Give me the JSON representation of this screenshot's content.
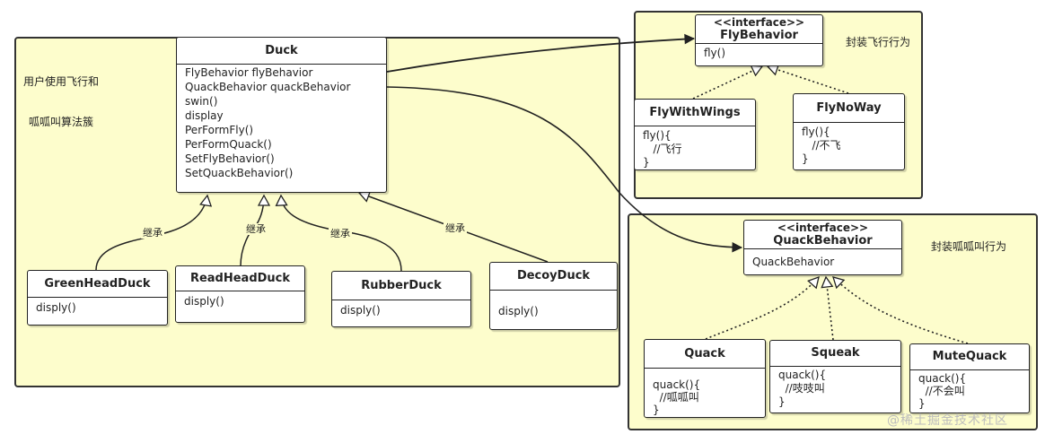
{
  "packages": {
    "client": {
      "note_line1": "用户使用飞行和",
      "note_line2": "呱呱叫算法簇"
    },
    "fly": {
      "note": "封装飞行行为"
    },
    "quack": {
      "note": "封装呱呱叫行为"
    }
  },
  "classes": {
    "duck": {
      "name": "Duck",
      "members": [
        "FlyBehavior flyBehavior",
        "QuackBehavior quackBehavior",
        "swin()",
        "display",
        "PerFormFly()",
        "PerFormQuack()",
        "SetFlyBehavior()",
        "SetQuackBehavior()"
      ]
    },
    "green": {
      "name": "GreenHeadDuck",
      "members": [
        "disply()"
      ]
    },
    "read": {
      "name": "ReadHeadDuck",
      "members": [
        "disply()"
      ]
    },
    "rubber": {
      "name": "RubberDuck",
      "members": [
        "disply()"
      ]
    },
    "decoy": {
      "name": "DecoyDuck",
      "members": [
        "disply()"
      ]
    },
    "flyBehavior": {
      "stereotype": "<<interface>>",
      "name": "FlyBehavior",
      "members": [
        "fly()"
      ]
    },
    "flyWithWings": {
      "name": "FlyWithWings",
      "members": [
        "fly(){",
        "   //飞行",
        "}"
      ]
    },
    "flyNoWay": {
      "name": "FlyNoWay",
      "members": [
        "fly(){",
        "   //不飞",
        "}"
      ]
    },
    "quackBehavior": {
      "stereotype": "<<interface>>",
      "name": "QuackBehavior",
      "members": [
        "QuackBehavior"
      ]
    },
    "quack": {
      "name": "Quack",
      "members": [
        "quack(){",
        "  //呱呱叫",
        "}"
      ]
    },
    "squeak": {
      "name": "Squeak",
      "members": [
        "quack(){",
        "  //吱吱叫",
        "}"
      ]
    },
    "muteQuack": {
      "name": "MuteQuack",
      "members": [
        "quack(){",
        "  //不会叫",
        "}"
      ]
    }
  },
  "edge_labels": {
    "inherit1": "继承",
    "inherit2": "继承",
    "inherit3": "继承",
    "inherit4": "继承"
  },
  "watermark": "@稀土掘金技术社区"
}
